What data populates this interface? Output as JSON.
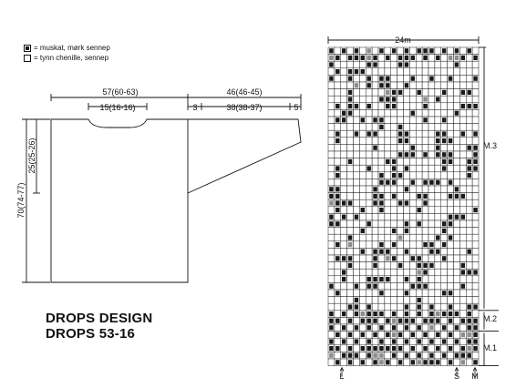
{
  "legend": {
    "items": [
      {
        "label": "= muskat, mørk sennep",
        "swatch": "dark"
      },
      {
        "label": "= tynn chenille, sennep",
        "swatch": "light"
      }
    ]
  },
  "measurements": {
    "body_width": "57(60-63)",
    "neck_width": "15(16-16)",
    "sleeve_total": "46(46-45)",
    "shoulder_step": "3",
    "sleeve_length": "38(38-37)",
    "cuff": "5",
    "total_length": "70(74-77)",
    "armhole_depth": "25(25-26)"
  },
  "brand": {
    "line1": "DROPS DESIGN",
    "line2": "DROPS 53-16"
  },
  "chart": {
    "width_label": "24m",
    "section_labels": [
      "M.3",
      "M.2",
      "M.1"
    ],
    "bottom_labels": [
      "L",
      "S",
      "M"
    ],
    "columns": 24,
    "rows": 46,
    "m1_rows": 5,
    "m2_rows": 3
  },
  "colors": {
    "ink": "#111111",
    "stitch_dark": "#1a1a1a",
    "stitch_grey": "#8c8c8c",
    "background": "#ffffff"
  }
}
